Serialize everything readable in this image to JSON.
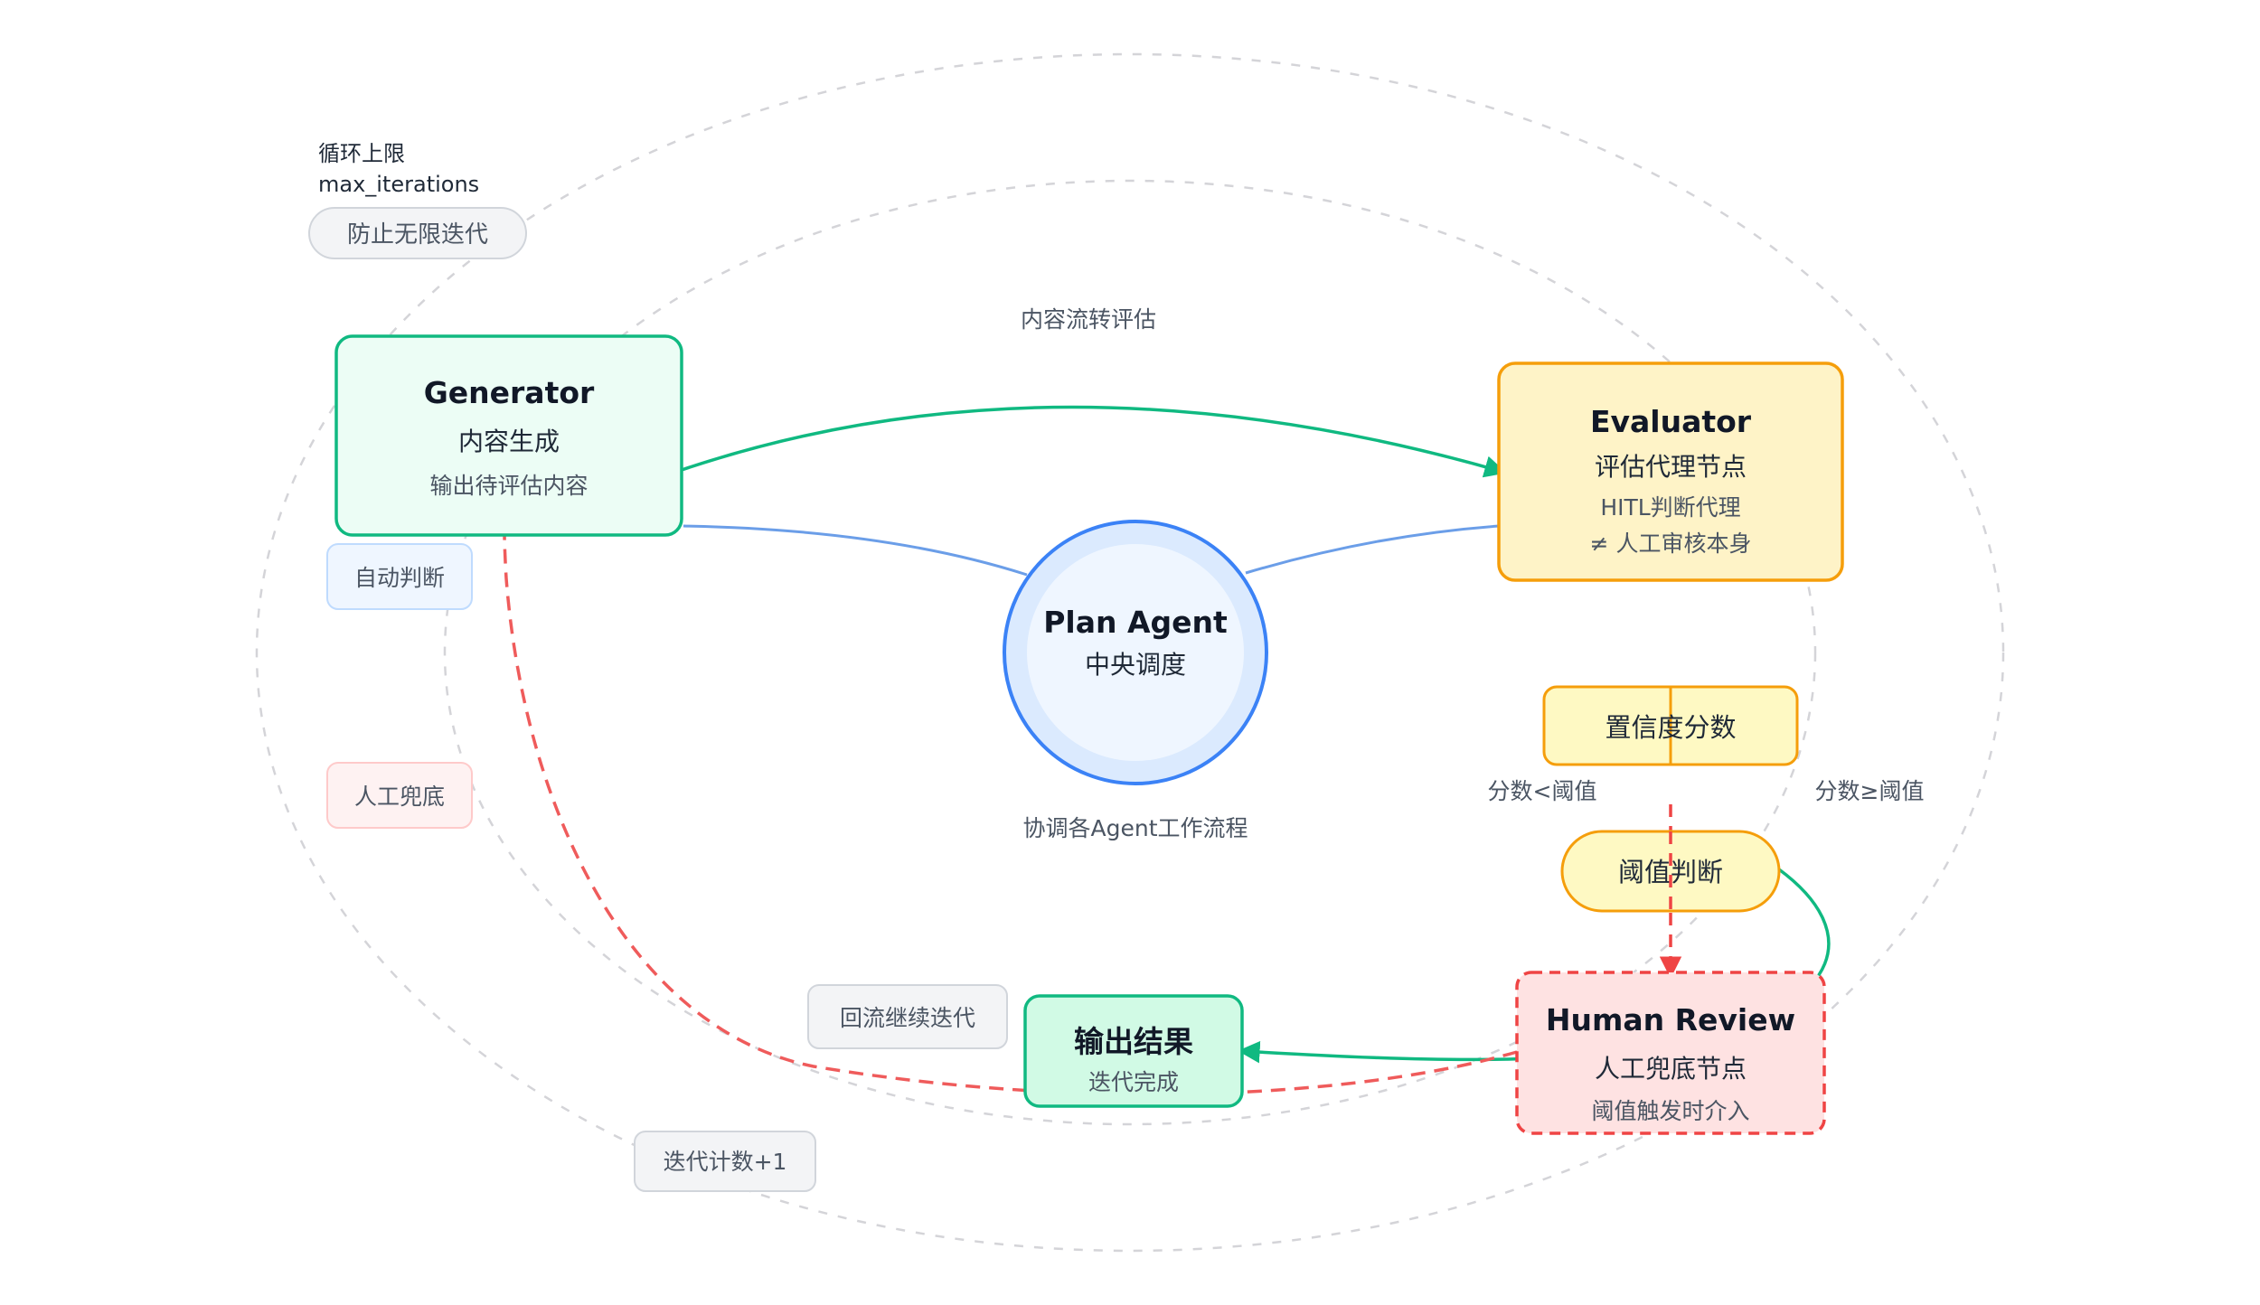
{
  "colors": {
    "green": "#10b981",
    "green_fill": "#ecfdf5",
    "green_fill_strong": "#d1fae5",
    "amber": "#f59e0b",
    "amber_fill": "#fef3c7",
    "yellow_fill": "#fef9c3",
    "red": "#ef4444",
    "red_fill": "#fee2e2",
    "red_loop": "#ef5b5b",
    "blue": "#3b82f6",
    "blue_fill": "#dbeafe",
    "blue_link": "#6b9ee8",
    "gray_dash": "#d4d4d8",
    "pill_fill": "#f3f4f6",
    "pill_border": "#d1d5db"
  },
  "generator": {
    "title": "Generator",
    "subtitle": "内容生成",
    "desc": "输出待评估内容"
  },
  "evaluator": {
    "title": "Evaluator",
    "subtitle": "评估代理节点",
    "desc1": "HITL判断代理",
    "desc2": "≠ 人工审核本身"
  },
  "plan_agent": {
    "title": "Plan Agent",
    "subtitle": "中央调度",
    "caption": "协调各Agent工作流程"
  },
  "confidence": {
    "label": "置信度分数"
  },
  "threshold": {
    "label": "阈值判断",
    "below": "分数<阈值",
    "above": "分数≥阈值"
  },
  "human_review": {
    "title": "Human Review",
    "subtitle": "人工兜底节点",
    "desc": "阈值触发时介入"
  },
  "output": {
    "title": "输出结果",
    "subtitle": "迭代完成"
  },
  "labels": {
    "content_flow": "内容流转评估",
    "auto_judge": "自动判断",
    "human_fallback": "人工兜底",
    "reflow": "回流继续迭代",
    "iteration_count": "迭代计数+1",
    "loop_limit_line1": "循环上限",
    "loop_limit_line2": "max_iterations",
    "prevent_infinite": "防止无限迭代"
  }
}
